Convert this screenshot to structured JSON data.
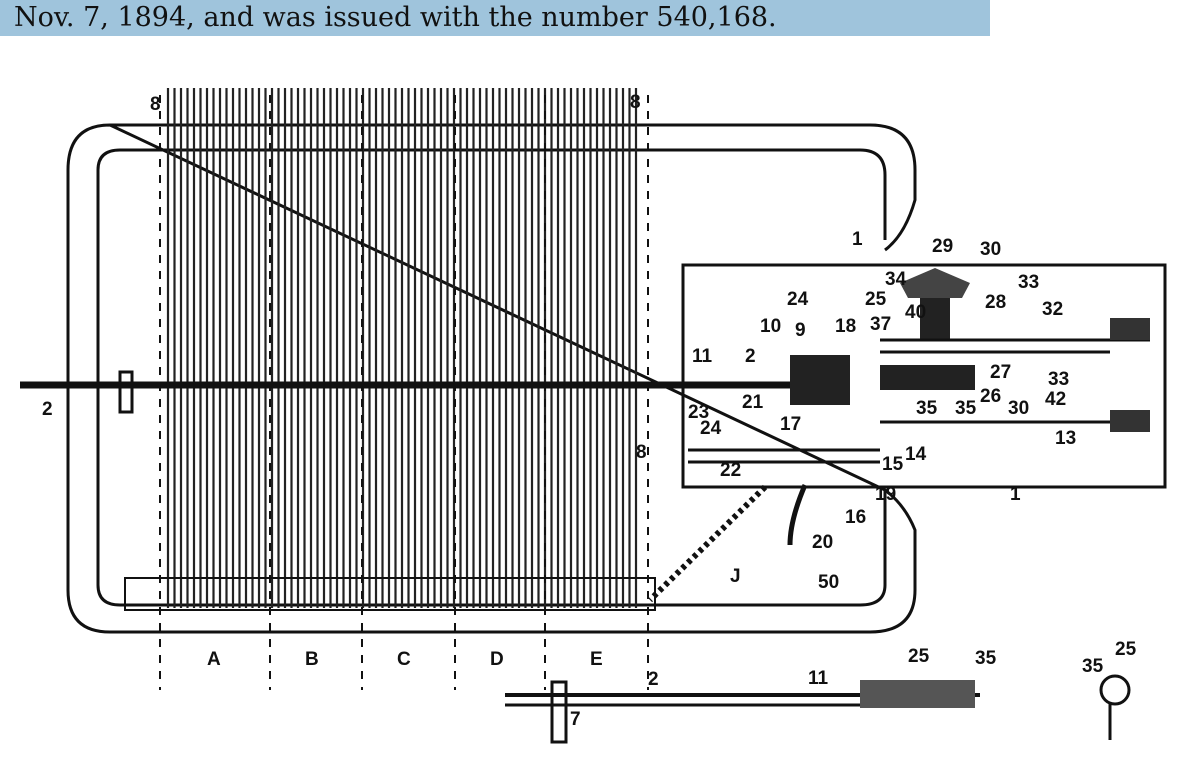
{
  "caption": "Nov. 7, 1894, and was issued with the number 540,168.",
  "figure_labels": [
    "8",
    "8",
    "2",
    "8",
    "1",
    "29",
    "30",
    "34",
    "33",
    "24",
    "25",
    "28",
    "32",
    "40",
    "37",
    "10",
    "9",
    "18",
    "11",
    "2",
    "27",
    "33",
    "26",
    "35",
    "35",
    "30",
    "42",
    "21",
    "23",
    "17",
    "24",
    "13",
    "15",
    "14",
    "22",
    "19",
    "16",
    "1",
    "20",
    "J",
    "50",
    "A",
    "B",
    "C",
    "D",
    "E",
    "2",
    "11",
    "25",
    "35",
    "7",
    "35",
    "25"
  ]
}
